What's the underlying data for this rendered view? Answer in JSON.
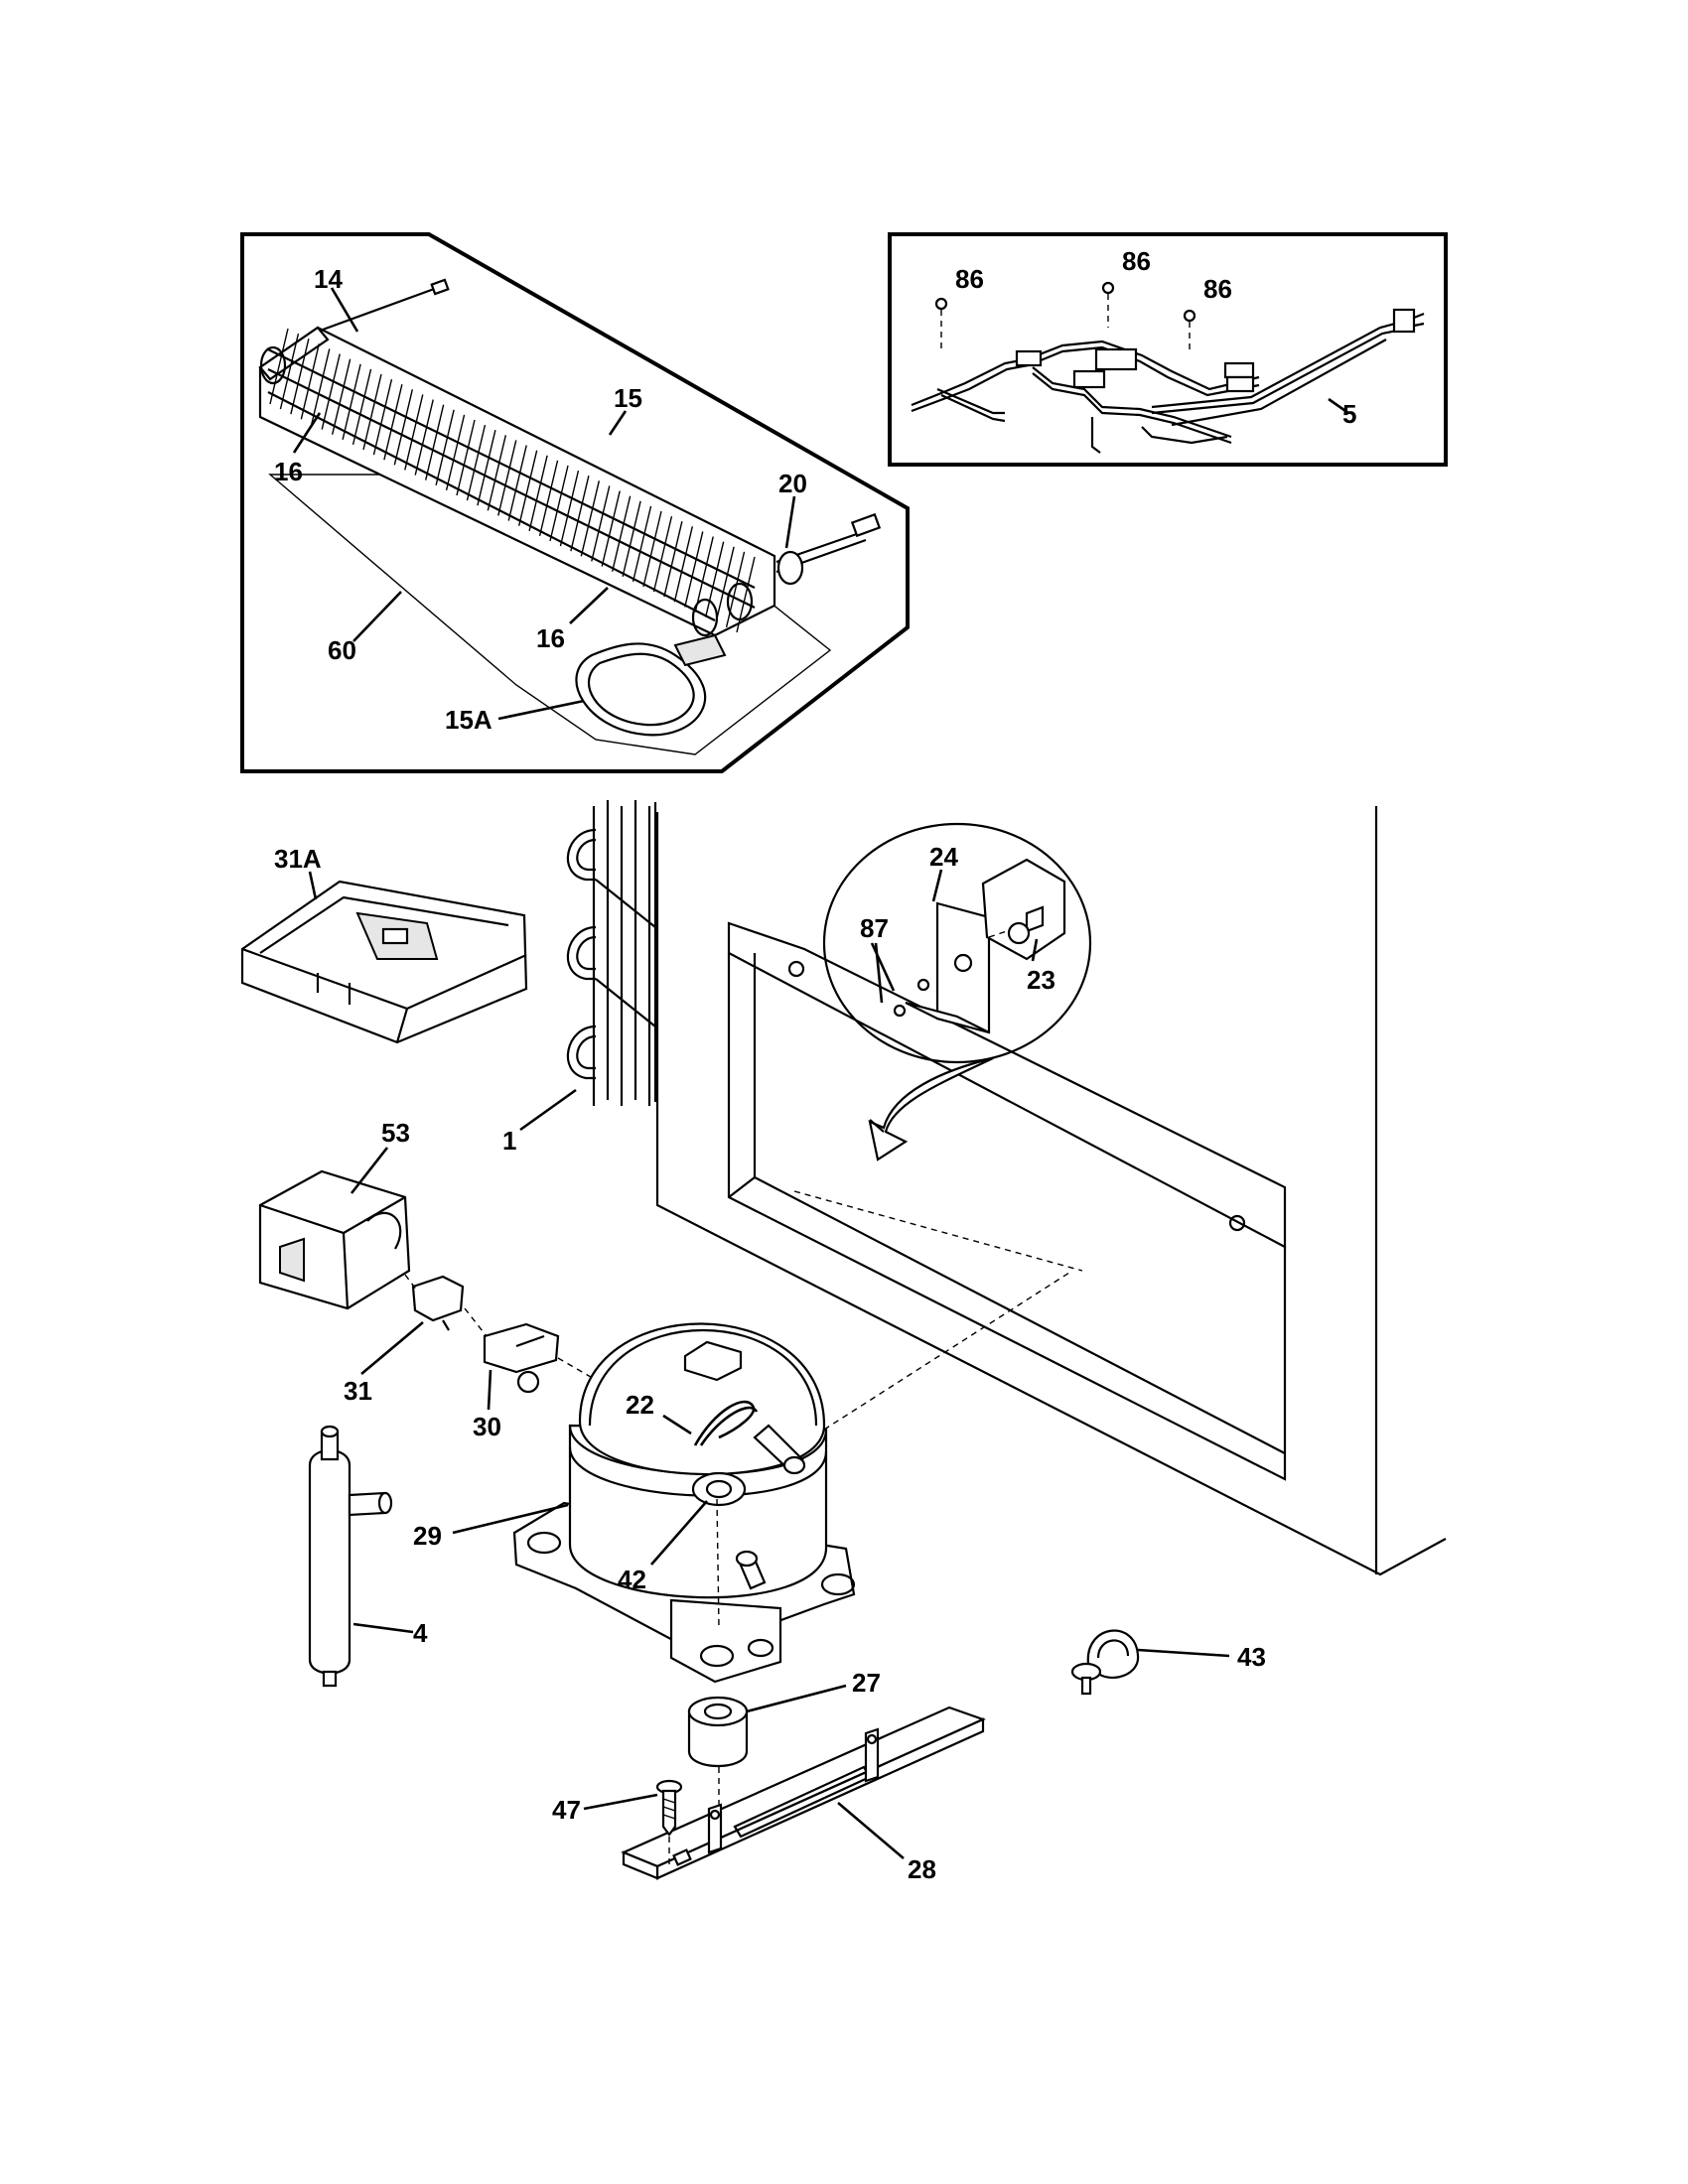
{
  "callouts": [
    {
      "id": "c14",
      "text": "14"
    },
    {
      "id": "c15",
      "text": "15"
    },
    {
      "id": "c16a",
      "text": "16"
    },
    {
      "id": "c20",
      "text": "20"
    },
    {
      "id": "c16b",
      "text": "16"
    },
    {
      "id": "c60",
      "text": "60"
    },
    {
      "id": "c15A",
      "text": "15A"
    },
    {
      "id": "c86a",
      "text": "86"
    },
    {
      "id": "c86b",
      "text": "86"
    },
    {
      "id": "c86c",
      "text": "86"
    },
    {
      "id": "c5",
      "text": "5"
    },
    {
      "id": "c31A",
      "text": "31A"
    },
    {
      "id": "c1",
      "text": "1"
    },
    {
      "id": "c24",
      "text": "24"
    },
    {
      "id": "c87",
      "text": "87"
    },
    {
      "id": "c23",
      "text": "23"
    },
    {
      "id": "c53",
      "text": "53"
    },
    {
      "id": "c31",
      "text": "31"
    },
    {
      "id": "c30",
      "text": "30"
    },
    {
      "id": "c22",
      "text": "22"
    },
    {
      "id": "c29",
      "text": "29"
    },
    {
      "id": "c42",
      "text": "42"
    },
    {
      "id": "c4",
      "text": "4"
    },
    {
      "id": "c43",
      "text": "43"
    },
    {
      "id": "c27",
      "text": "27"
    },
    {
      "id": "c47",
      "text": "47"
    },
    {
      "id": "c28",
      "text": "28"
    }
  ]
}
